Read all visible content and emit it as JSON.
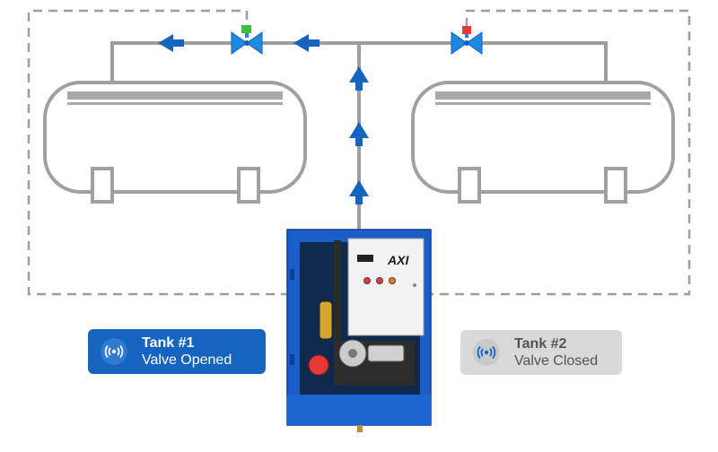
{
  "colors": {
    "pipe": "#9e9e9e",
    "arrow": "#1565c0",
    "valve": "#1e88e5",
    "valve_open_indicator": "#3bbf3b",
    "valve_closed_indicator": "#e53935",
    "cabinet": "#1a5fc8",
    "card_active": "#1565c0",
    "card_inactive": "#d9d9d9"
  },
  "controller": {
    "brand": "AXI"
  },
  "tanks": [
    {
      "title": "Tank #1",
      "status": "Valve Opened",
      "valve_state": "open",
      "icon": "wireless-signal-icon"
    },
    {
      "title": "Tank #2",
      "status": "Valve Closed",
      "valve_state": "closed",
      "icon": "wireless-signal-icon"
    }
  ]
}
